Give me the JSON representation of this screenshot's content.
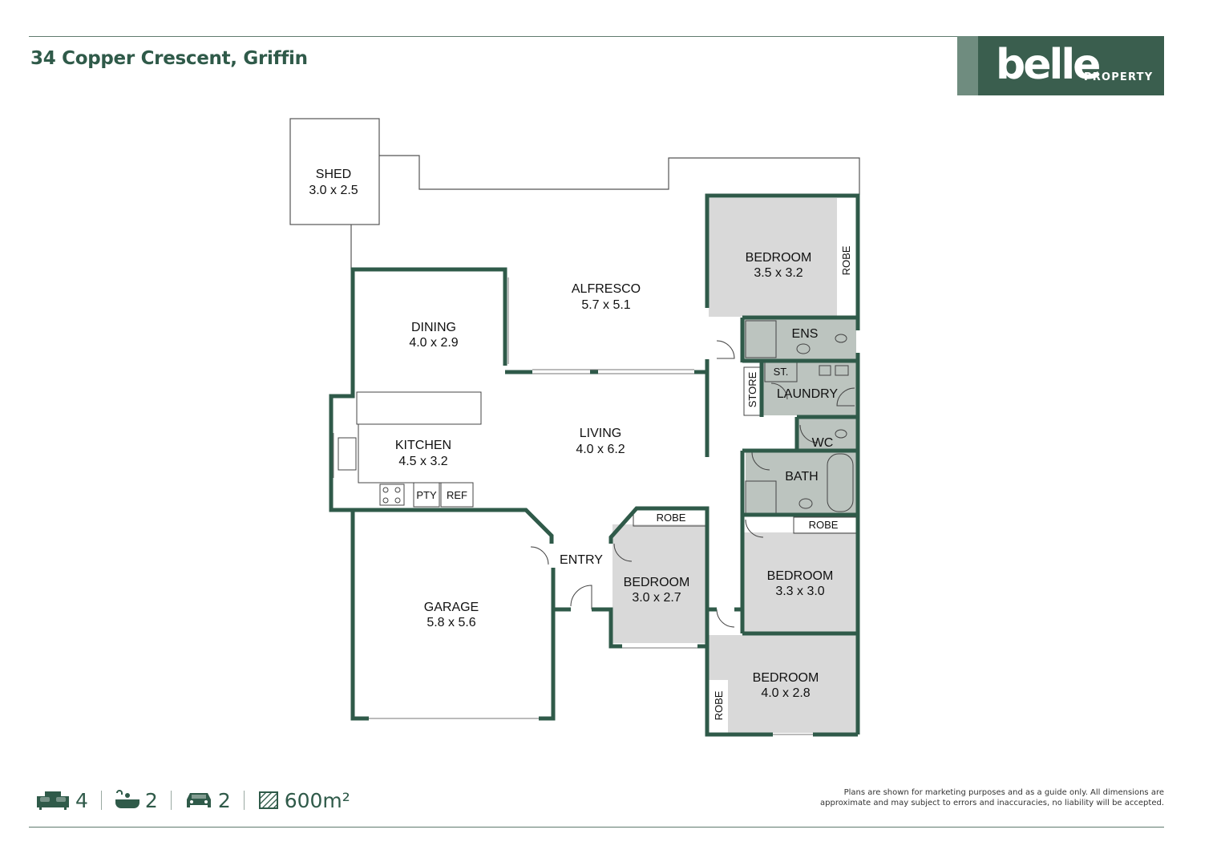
{
  "header": {
    "address": "34 Copper Crescent, Griffin",
    "brand_word": "belle",
    "brand_sub": "PROPERTY",
    "brand_color": "#3a5e4e"
  },
  "rooms": {
    "shed": {
      "name": "SHED",
      "size": "3.0 x 2.5"
    },
    "alfresco": {
      "name": "ALFRESCO",
      "size": "5.7 x 5.1"
    },
    "dining": {
      "name": "DINING",
      "size": "4.0 x 2.9"
    },
    "kitchen": {
      "name": "KITCHEN",
      "size": "4.5 x 3.2"
    },
    "living": {
      "name": "LIVING",
      "size": "4.0 x 6.2"
    },
    "garage": {
      "name": "GARAGE",
      "size": "5.8 x 5.6"
    },
    "entry": {
      "name": "ENTRY"
    },
    "bedroom_main": {
      "name": "BEDROOM",
      "size": "3.5 x 3.2"
    },
    "bedroom_front": {
      "name": "BEDROOM",
      "size": "3.0 x 2.7"
    },
    "bedroom_mid": {
      "name": "BEDROOM",
      "size": "3.3 x 3.0"
    },
    "bedroom_rear": {
      "name": "BEDROOM",
      "size": "4.0 x 2.8"
    },
    "ens": {
      "name": "ENS"
    },
    "laundry": {
      "name": "LAUNDRY"
    },
    "wc": {
      "name": "WC"
    },
    "bath": {
      "name": "BATH"
    },
    "store": {
      "name": "STORE"
    },
    "st": {
      "name": "ST."
    },
    "pty": {
      "name": "PTY"
    },
    "ref": {
      "name": "REF"
    },
    "robe_main": {
      "name": "ROBE"
    },
    "robe_front": {
      "name": "ROBE"
    },
    "robe_mid": {
      "name": "ROBE"
    },
    "robe_rear": {
      "name": "ROBE"
    }
  },
  "stats": {
    "bedrooms": "4",
    "bathrooms": "2",
    "car_spaces": "2",
    "land_area": "600m²",
    "icons": [
      "bed-icon",
      "bath-icon",
      "car-icon",
      "land-area-icon"
    ]
  },
  "disclaimer": {
    "line1": "Plans are shown for marketing purposes and as a guide only. All dimensions are",
    "line2": "approximate and may subject to errors and inaccuracies, no liability will be accepted."
  },
  "colors": {
    "wall": "#2f5a49",
    "room_fill_grey": "#d8d8d8",
    "wet_fill": "#bcc4bf"
  }
}
